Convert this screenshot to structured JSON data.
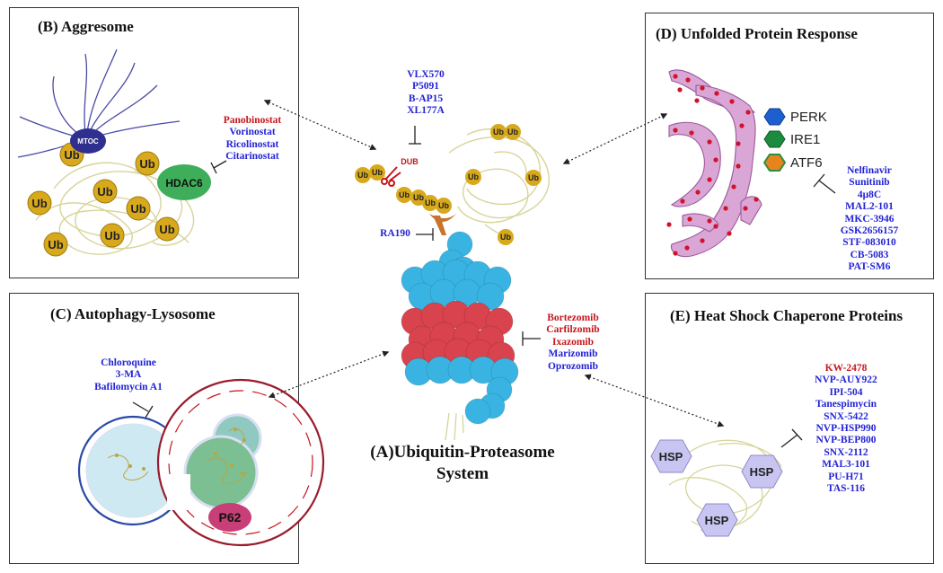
{
  "panels": {
    "aggresome": {
      "title": "(B) Aggresome",
      "mtoc": "MTOC",
      "hdac": "HDAC6",
      "ub": "Ub",
      "drugs": [
        {
          "name": "Panobinostat",
          "color": "red"
        },
        {
          "name": "Vorinostat",
          "color": "blue"
        },
        {
          "name": "Ricolinostat",
          "color": "blue"
        },
        {
          "name": "Citarinostat",
          "color": "blue"
        }
      ]
    },
    "autophagy": {
      "title": "(C) Autophagy-Lysosome",
      "p62": "P62",
      "drugs": [
        {
          "name": "Chloroquine",
          "color": "blue"
        },
        {
          "name": "3-MA",
          "color": "blue"
        },
        {
          "name": "Bafilomycin A1",
          "color": "blue"
        }
      ]
    },
    "upr": {
      "title": "(D) Unfolded Protein Response",
      "sensors": [
        "PERK",
        "IRE1",
        "ATF6"
      ],
      "drugs": [
        {
          "name": "Nelfinavir",
          "color": "blue"
        },
        {
          "name": "Sunitinib",
          "color": "blue"
        },
        {
          "name": "4μ8C",
          "color": "blue"
        },
        {
          "name": "MAL2-101",
          "color": "blue"
        },
        {
          "name": "MKC-3946",
          "color": "blue"
        },
        {
          "name": "GSK2656157",
          "color": "blue"
        },
        {
          "name": "STF-083010",
          "color": "blue"
        },
        {
          "name": "CB-5083",
          "color": "blue"
        },
        {
          "name": "PAT-SM6",
          "color": "blue"
        }
      ]
    },
    "hsp": {
      "title": "(E) Heat Shock Chaperone Proteins",
      "label": "HSP",
      "drugs": [
        {
          "name": "KW-2478",
          "color": "red"
        },
        {
          "name": "NVP-AUY922",
          "color": "blue"
        },
        {
          "name": "IPI-504",
          "color": "blue"
        },
        {
          "name": "Tanespimycin",
          "color": "blue"
        },
        {
          "name": "SNX-5422",
          "color": "blue"
        },
        {
          "name": "NVP-HSP990",
          "color": "blue"
        },
        {
          "name": "NVP-BEP800",
          "color": "blue"
        },
        {
          "name": "SNX-2112",
          "color": "blue"
        },
        {
          "name": "MAL3-101",
          "color": "blue"
        },
        {
          "name": "PU-H71",
          "color": "blue"
        },
        {
          "name": "TAS-116",
          "color": "blue"
        }
      ]
    }
  },
  "center": {
    "title_line1": "(A)Ubiquitin-Proteasome",
    "title_line2": "System",
    "dub": "DUB",
    "ub": "Ub",
    "dub_drugs": [
      {
        "name": "VLX570",
        "color": "blue"
      },
      {
        "name": "P5091",
        "color": "blue"
      },
      {
        "name": "B-AP15",
        "color": "blue"
      },
      {
        "name": "XL177A",
        "color": "blue"
      }
    ],
    "rpn_drug": {
      "name": "RA190",
      "color": "blue"
    },
    "proteasome_drugs": [
      {
        "name": "Bortezomib",
        "color": "red"
      },
      {
        "name": "Carfilzomib",
        "color": "red"
      },
      {
        "name": "Ixazomib",
        "color": "red"
      },
      {
        "name": "Marizomib",
        "color": "blue"
      },
      {
        "name": "Oprozomib",
        "color": "blue"
      }
    ]
  },
  "colors": {
    "blue_text": "#2323d6",
    "red_text": "#c4161c",
    "ub_gold": "#d8a91c",
    "hdac_green": "#3fae5a",
    "mtoc_navy": "#2e2f8e",
    "er_pink": "#d9a6d6",
    "proteasome_cyan": "#39b4e2",
    "proteasome_red": "#d9434d",
    "hsp_lavender": "#c9c5f2",
    "p62_pink": "#c83f78"
  }
}
